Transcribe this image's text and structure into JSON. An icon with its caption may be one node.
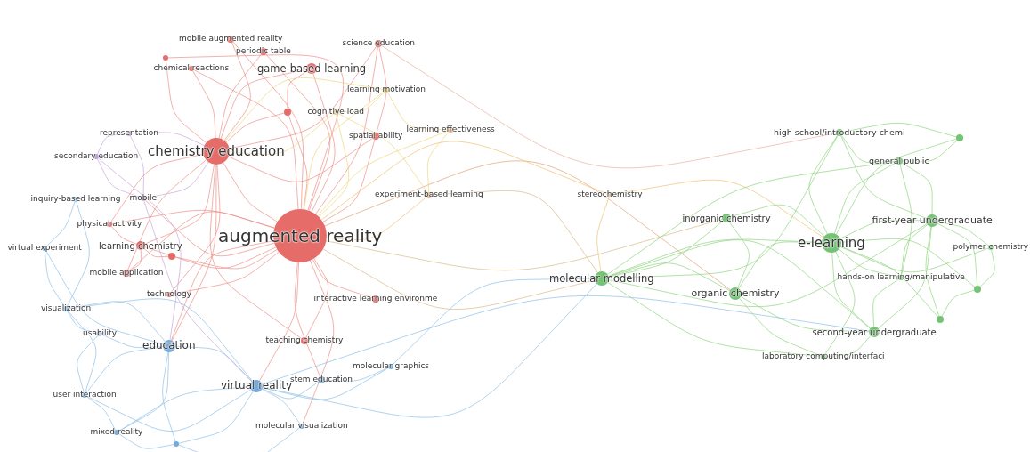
{
  "diagram": {
    "nodes": [
      {
        "text": [
          "augmented reality"
        ]
      },
      {
        "text": [
          "chemistry education"
        ]
      },
      {
        "text": [
          "mobile augmented reality"
        ]
      },
      {
        "text": [
          "periodic table"
        ]
      },
      {
        "text": [
          "science education"
        ]
      },
      {
        "text": [
          "game-based learning"
        ]
      },
      {
        "text": [
          "chemical reactions"
        ]
      },
      {
        "text": [
          "learning motivation"
        ]
      },
      {
        "text": [
          "cognitive load"
        ]
      },
      {
        "text": [
          "spatial ability"
        ]
      },
      {
        "text": [
          "learning effectiveness"
        ]
      },
      {
        "text": [
          "representation"
        ]
      },
      {
        "text": [
          "secondary education"
        ]
      },
      {
        "text": [
          "mobile"
        ]
      },
      {
        "text": [
          "inquiry-based learning"
        ]
      },
      {
        "text": [
          "physical activity"
        ]
      },
      {
        "text": [
          "learning chemistry"
        ]
      },
      {
        "text": [
          "virtual experiment"
        ]
      },
      {
        "text": [
          "mobile application"
        ]
      },
      {
        "text": [
          "technology"
        ]
      },
      {
        "text": [
          "experiment-based learning"
        ]
      },
      {
        "text": [
          "stereochemistry"
        ]
      },
      {
        "text": [
          "interactive learning environme"
        ]
      },
      {
        "text": [
          "visualization"
        ]
      },
      {
        "text": [
          "usability"
        ]
      },
      {
        "text": [
          "education"
        ]
      },
      {
        "text": [
          "teaching chemistry"
        ]
      },
      {
        "text": [
          "molecular graphics"
        ]
      },
      {
        "text": [
          "stem education"
        ]
      },
      {
        "text": [
          "virtual reality"
        ]
      },
      {
        "text": [
          "user interaction"
        ]
      },
      {
        "text": [
          "molecular visualization"
        ]
      },
      {
        "text": [
          "mixed reality"
        ]
      },
      {
        "text": [],
        "shape": "circle"
      },
      {
        "text": [],
        "shape": "circle"
      },
      {
        "text": [],
        "shape": "circle"
      },
      {
        "text": [],
        "shape": "circle"
      },
      {
        "text": [
          "high school/introductory chemi"
        ]
      },
      {
        "text": [],
        "shape": "circle"
      },
      {
        "text": [
          "general public"
        ]
      },
      {
        "text": [
          "inorganic chemistry"
        ]
      },
      {
        "text": [
          "first-year undergraduate"
        ]
      },
      {
        "text": [
          "e-learning"
        ]
      },
      {
        "text": [
          "polymer chemistry"
        ]
      },
      {
        "text": [
          "molecular modelling"
        ]
      },
      {
        "text": [
          "hands-on learning/manipulative"
        ]
      },
      {
        "text": [],
        "shape": "circle"
      },
      {
        "text": [
          "organic chemistry"
        ]
      },
      {
        "text": [],
        "shape": "circle"
      },
      {
        "text": [
          "second-year undergraduate"
        ]
      },
      {
        "text": [
          "laboratory computing/interfaci"
        ]
      }
    ],
    "edges": [
      {
        "from": 0,
        "to": 1,
        "arrow": "none"
      },
      {
        "from": 0,
        "to": 2,
        "arrow": "none"
      },
      {
        "from": 0,
        "to": 3,
        "arrow": "none"
      },
      {
        "from": 0,
        "to": 4,
        "arrow": "none"
      },
      {
        "from": 0,
        "to": 5,
        "arrow": "none"
      },
      {
        "from": 0,
        "to": 6,
        "arrow": "none"
      },
      {
        "from": 0,
        "to": 36,
        "arrow": "none"
      },
      {
        "from": 0,
        "to": 9,
        "arrow": "none"
      },
      {
        "from": 0,
        "to": 13,
        "arrow": "none"
      },
      {
        "from": 0,
        "to": 15,
        "arrow": "none"
      },
      {
        "from": 0,
        "to": 16,
        "arrow": "none"
      },
      {
        "from": 0,
        "to": 18,
        "arrow": "none"
      },
      {
        "from": 0,
        "to": 19,
        "arrow": "none"
      },
      {
        "from": 0,
        "to": 22,
        "arrow": "none"
      },
      {
        "from": 0,
        "to": 26,
        "arrow": "none"
      },
      {
        "from": 0,
        "to": 34,
        "arrow": "none"
      },
      {
        "from": 0,
        "to": 35,
        "arrow": "none"
      },
      {
        "from": 0,
        "to": 25,
        "arrow": "none"
      },
      {
        "from": 0,
        "to": 29,
        "arrow": "none"
      },
      {
        "from": 0,
        "to": 44,
        "arrow": "none",
        "color": "#d9b98a"
      },
      {
        "from": 0,
        "to": 47,
        "arrow": "none",
        "color": "#e2a07a"
      },
      {
        "from": 0,
        "to": 40,
        "arrow": "none",
        "color": "#d9b98a"
      },
      {
        "from": 0,
        "to": 7,
        "arrow": "none",
        "color": "#f0d57a"
      },
      {
        "from": 0,
        "to": 8,
        "arrow": "none",
        "color": "#f0d57a"
      },
      {
        "from": 0,
        "to": 10,
        "arrow": "none",
        "color": "#f0d57a"
      },
      {
        "from": 0,
        "to": 20,
        "arrow": "none",
        "color": "#f0c070"
      },
      {
        "from": 0,
        "to": 21,
        "arrow": "none",
        "color": "#f0c070"
      },
      {
        "from": 0,
        "to": 28,
        "arrow": "none"
      },
      {
        "from": 0,
        "to": 31,
        "arrow": "none"
      },
      {
        "from": 1,
        "to": 2,
        "arrow": "none"
      },
      {
        "from": 1,
        "to": 3,
        "arrow": "none"
      },
      {
        "from": 1,
        "to": 4,
        "arrow": "none"
      },
      {
        "from": 1,
        "to": 5,
        "arrow": "none"
      },
      {
        "from": 1,
        "to": 6,
        "arrow": "none"
      },
      {
        "from": 1,
        "to": 36,
        "arrow": "none"
      },
      {
        "from": 1,
        "to": 9,
        "arrow": "none"
      },
      {
        "from": 1,
        "to": 34,
        "arrow": "none"
      },
      {
        "from": 1,
        "to": 15,
        "arrow": "none"
      },
      {
        "from": 1,
        "to": 16,
        "arrow": "none"
      },
      {
        "from": 1,
        "to": 18,
        "arrow": "none"
      },
      {
        "from": 1,
        "to": 19,
        "arrow": "none"
      },
      {
        "from": 1,
        "to": 26,
        "arrow": "none"
      },
      {
        "from": 1,
        "to": 25,
        "arrow": "none"
      },
      {
        "from": 1,
        "to": 8,
        "arrow": "none",
        "color": "#f0d57a"
      },
      {
        "from": 1,
        "to": 7,
        "arrow": "none",
        "color": "#f0d57a"
      },
      {
        "from": 1,
        "to": 11,
        "arrow": "none",
        "color": "#c9a6d9"
      },
      {
        "from": 1,
        "to": 13,
        "arrow": "none",
        "color": "#c9a6d9"
      },
      {
        "from": 5,
        "to": 34,
        "arrow": "none"
      },
      {
        "from": 4,
        "to": 9,
        "arrow": "none"
      },
      {
        "from": 16,
        "to": 35,
        "arrow": "none"
      },
      {
        "from": 16,
        "to": 18,
        "arrow": "none"
      },
      {
        "from": 15,
        "to": 16,
        "arrow": "none"
      },
      {
        "from": 7,
        "to": 8,
        "arrow": "none",
        "color": "#f0d57a"
      },
      {
        "from": 7,
        "to": 10,
        "arrow": "none",
        "color": "#f0d57a"
      },
      {
        "from": 8,
        "to": 20,
        "arrow": "none",
        "color": "#f0d57a"
      },
      {
        "from": 10,
        "to": 20,
        "arrow": "none",
        "color": "#f0d57a"
      },
      {
        "from": 20,
        "to": 44,
        "arrow": "none",
        "color": "#d9b98a"
      },
      {
        "from": 21,
        "to": 44,
        "arrow": "none",
        "color": "#f0c070"
      },
      {
        "from": 21,
        "to": 42,
        "arrow": "none",
        "color": "#f0c070"
      },
      {
        "from": 11,
        "to": 12,
        "arrow": "none",
        "color": "#c9a6d9"
      },
      {
        "from": 11,
        "to": 13,
        "arrow": "none",
        "color": "#c9a6d9"
      },
      {
        "from": 12,
        "to": 13,
        "arrow": "none",
        "color": "#c9a6d9"
      },
      {
        "from": 12,
        "to": 25,
        "arrow": "none",
        "color": "#c9a6d9"
      },
      {
        "from": 13,
        "to": 29,
        "arrow": "none",
        "color": "#c9a6d9"
      },
      {
        "from": 25,
        "to": 29,
        "arrow": "none",
        "color": "#8fbfe6"
      },
      {
        "from": 25,
        "to": 23,
        "arrow": "none",
        "color": "#8fbfe6"
      },
      {
        "from": 25,
        "to": 24,
        "arrow": "none",
        "color": "#8fbfe6"
      },
      {
        "from": 25,
        "to": 30,
        "arrow": "none",
        "color": "#8fbfe6"
      },
      {
        "from": 25,
        "to": 32,
        "arrow": "none",
        "color": "#8fbfe6"
      },
      {
        "from": 25,
        "to": 33,
        "arrow": "none",
        "color": "#8fbfe6"
      },
      {
        "from": 25,
        "to": 17,
        "arrow": "none",
        "color": "#8fbfe6"
      },
      {
        "from": 29,
        "to": 28,
        "arrow": "none",
        "color": "#8fbfe6"
      },
      {
        "from": 29,
        "to": 31,
        "arrow": "none",
        "color": "#8fbfe6"
      },
      {
        "from": 29,
        "to": 27,
        "arrow": "none",
        "color": "#8fbfe6"
      },
      {
        "from": 29,
        "to": 30,
        "arrow": "none",
        "color": "#8fbfe6"
      },
      {
        "from": 29,
        "to": 32,
        "arrow": "none",
        "color": "#8fbfe6"
      },
      {
        "from": 29,
        "to": 33,
        "arrow": "none",
        "color": "#8fbfe6"
      },
      {
        "from": 29,
        "to": 23,
        "arrow": "none",
        "color": "#8fbfe6"
      },
      {
        "from": 23,
        "to": 17,
        "arrow": "none",
        "color": "#8fbfe6"
      },
      {
        "from": 23,
        "to": 24,
        "arrow": "none",
        "color": "#8fbfe6"
      },
      {
        "from": 23,
        "to": 30,
        "arrow": "none",
        "color": "#8fbfe6"
      },
      {
        "from": 17,
        "to": 14,
        "arrow": "none",
        "color": "#8fbfe6"
      },
      {
        "from": 14,
        "to": 23,
        "arrow": "none",
        "color": "#8fbfe6"
      },
      {
        "from": 24,
        "to": 30,
        "arrow": "none",
        "color": "#8fbfe6"
      },
      {
        "from": 30,
        "to": 32,
        "arrow": "none",
        "color": "#8fbfe6"
      },
      {
        "from": 32,
        "to": 33,
        "arrow": "none",
        "color": "#8fbfe6"
      },
      {
        "from": 31,
        "to": 33,
        "arrow": "none",
        "color": "#8fbfe6"
      },
      {
        "from": 28,
        "to": 27,
        "arrow": "none",
        "color": "#8fbfe6"
      },
      {
        "from": 27,
        "to": 44,
        "arrow": "none",
        "color": "#8fbfe6"
      },
      {
        "from": 29,
        "to": 44,
        "arrow": "none",
        "color": "#8fbfe6"
      },
      {
        "from": 29,
        "to": 49,
        "arrow": "none",
        "color": "#8fbfe6"
      },
      {
        "from": 4,
        "to": 37,
        "arrow": "none",
        "color": "#e8b0a0"
      },
      {
        "from": 42,
        "to": 37,
        "arrow": "none",
        "color": "#8ed47e"
      },
      {
        "from": 42,
        "to": 38,
        "arrow": "none",
        "color": "#8ed47e"
      },
      {
        "from": 42,
        "to": 39,
        "arrow": "none",
        "color": "#8ed47e"
      },
      {
        "from": 42,
        "to": 40,
        "arrow": "none",
        "color": "#8ed47e"
      },
      {
        "from": 42,
        "to": 41,
        "arrow": "none",
        "color": "#8ed47e"
      },
      {
        "from": 42,
        "to": 43,
        "arrow": "none",
        "color": "#8ed47e"
      },
      {
        "from": 42,
        "to": 44,
        "arrow": "none",
        "color": "#8ed47e"
      },
      {
        "from": 42,
        "to": 45,
        "arrow": "none",
        "color": "#8ed47e"
      },
      {
        "from": 42,
        "to": 46,
        "arrow": "none",
        "color": "#8ed47e"
      },
      {
        "from": 42,
        "to": 47,
        "arrow": "none",
        "color": "#8ed47e"
      },
      {
        "from": 42,
        "to": 48,
        "arrow": "none",
        "color": "#8ed47e"
      },
      {
        "from": 42,
        "to": 49,
        "arrow": "none",
        "color": "#8ed47e"
      },
      {
        "from": 42,
        "to": 50,
        "arrow": "none",
        "color": "#8ed47e"
      },
      {
        "from": 44,
        "to": 40,
        "arrow": "none",
        "color": "#8ed47e"
      },
      {
        "from": 44,
        "to": 47,
        "arrow": "none",
        "color": "#8ed47e"
      },
      {
        "from": 44,
        "to": 37,
        "arrow": "none",
        "color": "#8ed47e"
      },
      {
        "from": 44,
        "to": 39,
        "arrow": "none",
        "color": "#8ed47e"
      },
      {
        "from": 44,
        "to": 41,
        "arrow": "none",
        "color": "#8ed47e"
      },
      {
        "from": 44,
        "to": 49,
        "arrow": "none",
        "color": "#8ed47e"
      },
      {
        "from": 44,
        "to": 50,
        "arrow": "none",
        "color": "#8ed47e"
      },
      {
        "from": 41,
        "to": 37,
        "arrow": "none",
        "color": "#8ed47e"
      },
      {
        "from": 41,
        "to": 39,
        "arrow": "none",
        "color": "#8ed47e"
      },
      {
        "from": 41,
        "to": 43,
        "arrow": "none",
        "color": "#8ed47e"
      },
      {
        "from": 41,
        "to": 45,
        "arrow": "none",
        "color": "#8ed47e"
      },
      {
        "from": 41,
        "to": 46,
        "arrow": "none",
        "color": "#8ed47e"
      },
      {
        "from": 41,
        "to": 48,
        "arrow": "none",
        "color": "#8ed47e"
      },
      {
        "from": 41,
        "to": 49,
        "arrow": "none",
        "color": "#8ed47e"
      },
      {
        "from": 37,
        "to": 39,
        "arrow": "none",
        "color": "#8ed47e"
      },
      {
        "from": 37,
        "to": 38,
        "arrow": "none",
        "color": "#8ed47e"
      },
      {
        "from": 39,
        "to": 38,
        "arrow": "none",
        "color": "#8ed47e"
      },
      {
        "from": 40,
        "to": 47,
        "arrow": "none",
        "color": "#8ed47e"
      },
      {
        "from": 47,
        "to": 49,
        "arrow": "none",
        "color": "#8ed47e"
      },
      {
        "from": 49,
        "to": 50,
        "arrow": "none",
        "color": "#8ed47e"
      },
      {
        "from": 45,
        "to": 49,
        "arrow": "none",
        "color": "#8ed47e"
      },
      {
        "from": 39,
        "to": 45,
        "arrow": "none",
        "color": "#8ed47e"
      },
      {
        "from": 46,
        "to": 48,
        "arrow": "none",
        "color": "#8ed47e"
      },
      {
        "from": 43,
        "to": 46,
        "arrow": "none",
        "color": "#8ed47e"
      },
      {
        "from": 47,
        "to": 50,
        "arrow": "none",
        "color": "#8ed47e"
      }
    ]
  }
}
